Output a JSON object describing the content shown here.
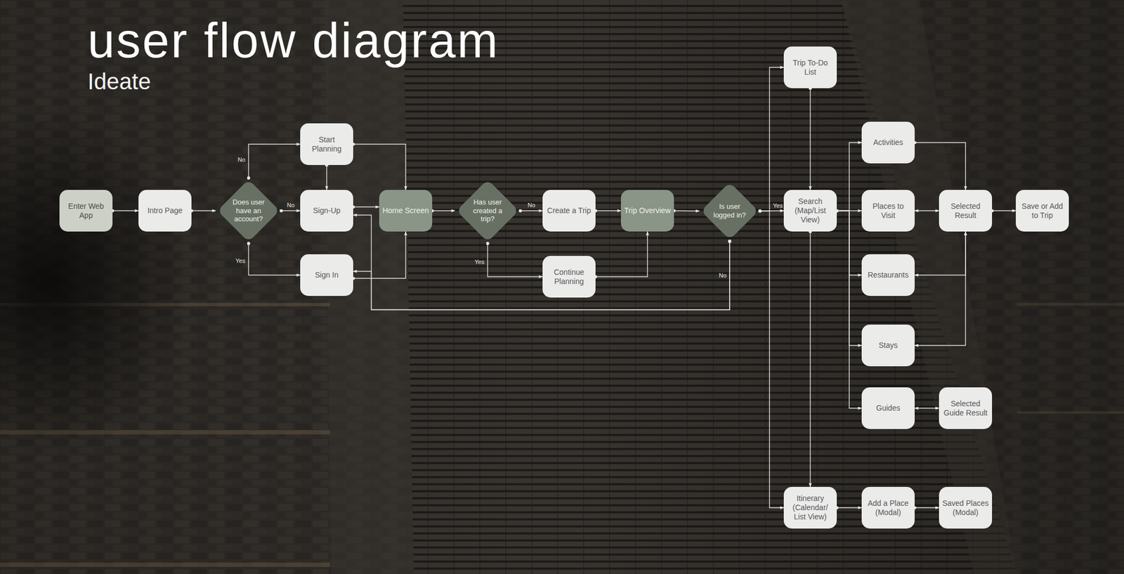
{
  "diagram": {
    "title": "user flow diagram",
    "nodes": [
      {
        "text": [
          "Enter Web App"
        ]
      },
      {
        "text": [
          "Intro Page"
        ]
      },
      {
        "text": [
          "Does user have an account?"
        ]
      },
      {
        "text": [
          "Start Planning"
        ]
      },
      {
        "text": [
          "Sign-Up"
        ]
      },
      {
        "text": [
          "Sign In"
        ]
      },
      {
        "text": [
          "Home Screen"
        ]
      },
      {
        "text": [
          "Has user created a trip?"
        ]
      },
      {
        "text": [
          "Create a Trip"
        ]
      },
      {
        "text": [
          "Continue Planning"
        ]
      },
      {
        "text": [
          "Trip Overview"
        ]
      },
      {
        "text": [
          "Is user logged in?"
        ]
      },
      {
        "text": [
          "Trip To-Do List"
        ]
      },
      {
        "text": [
          "Search (Map/List View)"
        ]
      },
      {
        "text": [
          "Activities"
        ]
      },
      {
        "text": [
          "Places to Visit"
        ]
      },
      {
        "text": [
          "Selected Result"
        ]
      },
      {
        "text": [
          "Save or Add to Trip"
        ]
      },
      {
        "text": [
          "Restaurants"
        ]
      },
      {
        "text": [
          "Stays"
        ]
      },
      {
        "text": [
          "Guides"
        ]
      },
      {
        "text": [
          "Selected Guide Result"
        ]
      },
      {
        "text": [
          "Itinerary (Calendar/ List View)"
        ]
      },
      {
        "text": [
          "Add a Place (Modal)"
        ]
      },
      {
        "text": [
          "Saved Places (Modal)"
        ]
      }
    ],
    "edges": [
      {
        "from": 0,
        "to": 1,
        "arrow": "to"
      },
      {
        "from": 1,
        "to": 2,
        "arrow": "to"
      },
      {
        "from": 2,
        "to": 4,
        "label": "No",
        "arrow": "to"
      },
      {
        "from": 2,
        "to": 3,
        "label": "No",
        "arrow": "to"
      },
      {
        "from": 2,
        "to": 5,
        "label": "Yes",
        "arrow": "to"
      },
      {
        "from": 3,
        "to": 4,
        "arrow": "to"
      },
      {
        "from": 3,
        "to": 6,
        "arrow": "to"
      },
      {
        "from": 4,
        "to": 6,
        "arrow": "to"
      },
      {
        "from": 5,
        "to": 6,
        "arrow": "to"
      },
      {
        "from": 6,
        "to": 7,
        "arrow": "to"
      },
      {
        "from": 7,
        "to": 8,
        "label": "No",
        "arrow": "to"
      },
      {
        "from": 7,
        "to": 9,
        "label": "Yes",
        "arrow": "to"
      },
      {
        "from": 8,
        "to": 10,
        "arrow": "to"
      },
      {
        "from": 9,
        "to": 10,
        "arrow": "to"
      },
      {
        "from": 10,
        "to": 11,
        "arrow": "to"
      },
      {
        "from": 11,
        "to": 13,
        "label": "Yes",
        "arrow": "to"
      },
      {
        "from": 11,
        "to": 4,
        "label": "No",
        "arrow": "to"
      },
      {
        "from": 11,
        "to": 5,
        "arrow": "to"
      },
      {
        "from": 11,
        "to": 12,
        "arrow": "to"
      },
      {
        "from": 11,
        "to": 22,
        "arrow": "to"
      },
      {
        "from": 12,
        "to": 13,
        "arrow": "to"
      },
      {
        "from": 13,
        "to": 22,
        "arrow": "to"
      },
      {
        "from": 13,
        "to": 14,
        "arrow": "to"
      },
      {
        "from": 13,
        "to": 15,
        "arrow": "to"
      },
      {
        "from": 13,
        "to": 18,
        "arrow": "to"
      },
      {
        "from": 13,
        "to": 19,
        "arrow": "to"
      },
      {
        "from": 13,
        "to": 20,
        "arrow": "to"
      },
      {
        "from": 14,
        "to": 16,
        "arrow": "to"
      },
      {
        "from": 15,
        "to": 16,
        "arrow": "both"
      },
      {
        "from": 16,
        "to": 17,
        "arrow": "to"
      },
      {
        "from": 16,
        "to": 18,
        "arrow": "both"
      },
      {
        "from": 16,
        "to": 19,
        "arrow": "both"
      },
      {
        "from": 20,
        "to": 21,
        "arrow": "both"
      },
      {
        "from": 22,
        "to": 23,
        "arrow": "to"
      },
      {
        "from": 23,
        "to": 24,
        "arrow": "to"
      }
    ],
    "labels": [
      "Ideate"
    ]
  }
}
